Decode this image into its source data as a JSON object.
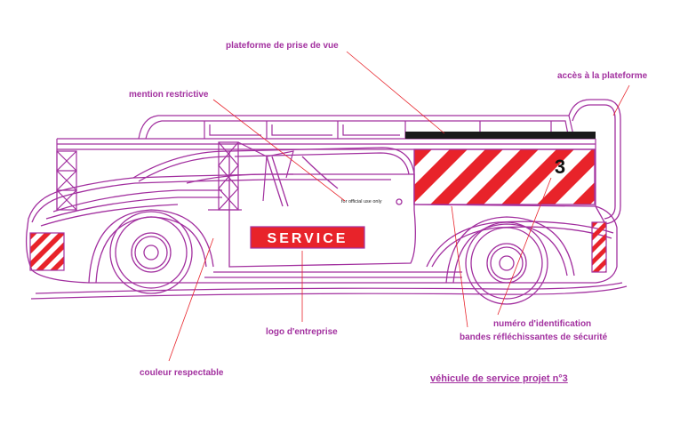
{
  "colors": {
    "outline": "#a2309f",
    "label": "#a2309f",
    "leader": "#e8232a",
    "stripe_red": "#e8232a",
    "rail_dark": "#1a1a1a",
    "sign_bg": "#e8232a",
    "sign_text": "#ffffff"
  },
  "labels": {
    "platform": "plateforme de prise de vue",
    "access": "accès à la plateforme",
    "restrictive": "mention restrictive",
    "logo": "logo d'entreprise",
    "id_number": "numéro d'identification",
    "reflective": "bandes réfléchissantes de sécurité",
    "color": "couleur respectable"
  },
  "vehicle": {
    "service_sign": "SERVICE",
    "official_notice": "for official use only",
    "number": "3"
  },
  "caption": "véhicule de service projet n°3"
}
